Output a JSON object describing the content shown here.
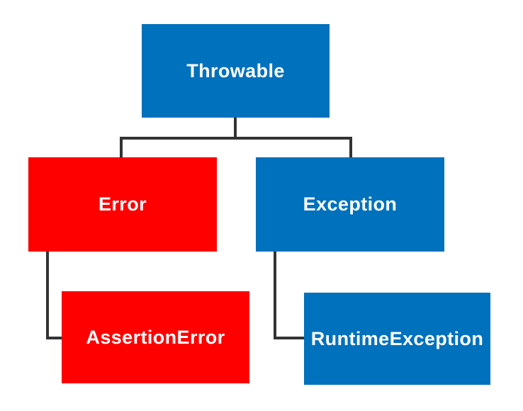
{
  "diagram": {
    "type": "hierarchy-tree",
    "topic": "exception-class-hierarchy",
    "nodes": [
      {
        "id": "throwable",
        "label": "Throwable",
        "color": "#0071BC",
        "text_color": "#FFFFFF",
        "level": 0
      },
      {
        "id": "error",
        "label": "Error",
        "color": "#FE0000",
        "text_color": "#FFFFFF",
        "level": 1
      },
      {
        "id": "exception",
        "label": "Exception",
        "color": "#0071BC",
        "text_color": "#FFFFFF",
        "level": 1
      },
      {
        "id": "assertion-error",
        "label": "AssertionError",
        "color": "#FE0000",
        "text_color": "#FFFFFF",
        "level": 2
      },
      {
        "id": "runtime-exception",
        "label": "RuntimeException",
        "color": "#0071BC",
        "text_color": "#FFFFFF",
        "level": 2
      }
    ],
    "edges": [
      {
        "from": "Throwable",
        "to": "Error"
      },
      {
        "from": "Throwable",
        "to": "Exception"
      },
      {
        "from": "Error",
        "to": "AssertionError"
      },
      {
        "from": "Exception",
        "to": "RuntimeException"
      }
    ],
    "colors": {
      "blue": "#0071BC",
      "red": "#FE0000",
      "line": "#333333",
      "node_text": "#FFFFFF",
      "background": "#FFFFFF"
    }
  }
}
